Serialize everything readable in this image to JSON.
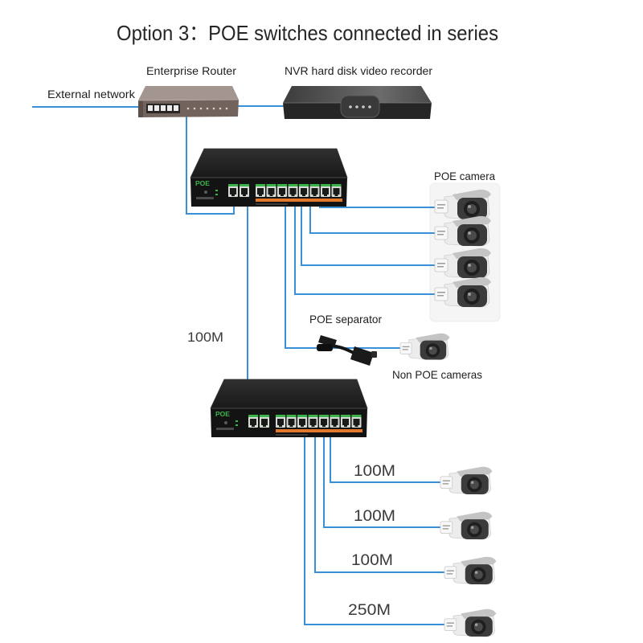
{
  "title": "Option 3：POE switches connected in series",
  "external_network": {
    "label": "External network"
  },
  "router": {
    "label": "Enterprise Router",
    "icon": "router-icon"
  },
  "nvr": {
    "label": "NVR hard disk video recorder",
    "icon": "nvr-icon"
  },
  "switch_1": {
    "brand": "POE",
    "icon": "poe-switch-icon"
  },
  "switch_2": {
    "brand": "POE",
    "icon": "poe-switch-icon"
  },
  "switch_interconnect": {
    "speed": "100M"
  },
  "poe_cameras": {
    "label": "POE camera",
    "icon": "bullet-camera-icon"
  },
  "poe_separator": {
    "label": "POE separator",
    "icon": "poe-splitter-icon"
  },
  "non_poe_cameras": {
    "label": "Non POE cameras",
    "icon": "bullet-camera-icon"
  },
  "switch_2_camera_links": [
    {
      "speed": "100M"
    },
    {
      "speed": "100M"
    },
    {
      "speed": "100M"
    },
    {
      "speed": "250M"
    }
  ],
  "colors": {
    "cable": "#3a8fd9",
    "poe_green": "#3cb44b",
    "poe_orange": "#e2782b"
  }
}
